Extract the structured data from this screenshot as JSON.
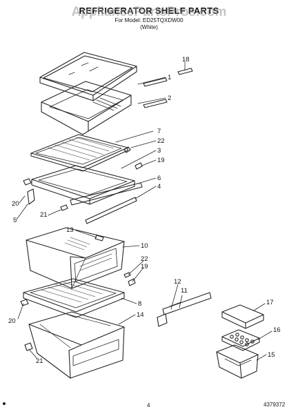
{
  "header": {
    "title": "REFRIGERATOR SHELF PARTS",
    "model_line": "For Model: ED25TQXDW00",
    "color_line": "(White)",
    "watermark": "AppliancePartsPros.com"
  },
  "callouts": [
    "18",
    "1",
    "2",
    "7",
    "22",
    "3",
    "19",
    "6",
    "4",
    "20",
    "5",
    "21",
    "13",
    "10",
    "22",
    "19",
    "8",
    "20",
    "14",
    "21",
    "12",
    "11",
    "17",
    "16",
    "15"
  ],
  "footer": {
    "page_number": "4",
    "document_number": "4379372"
  }
}
